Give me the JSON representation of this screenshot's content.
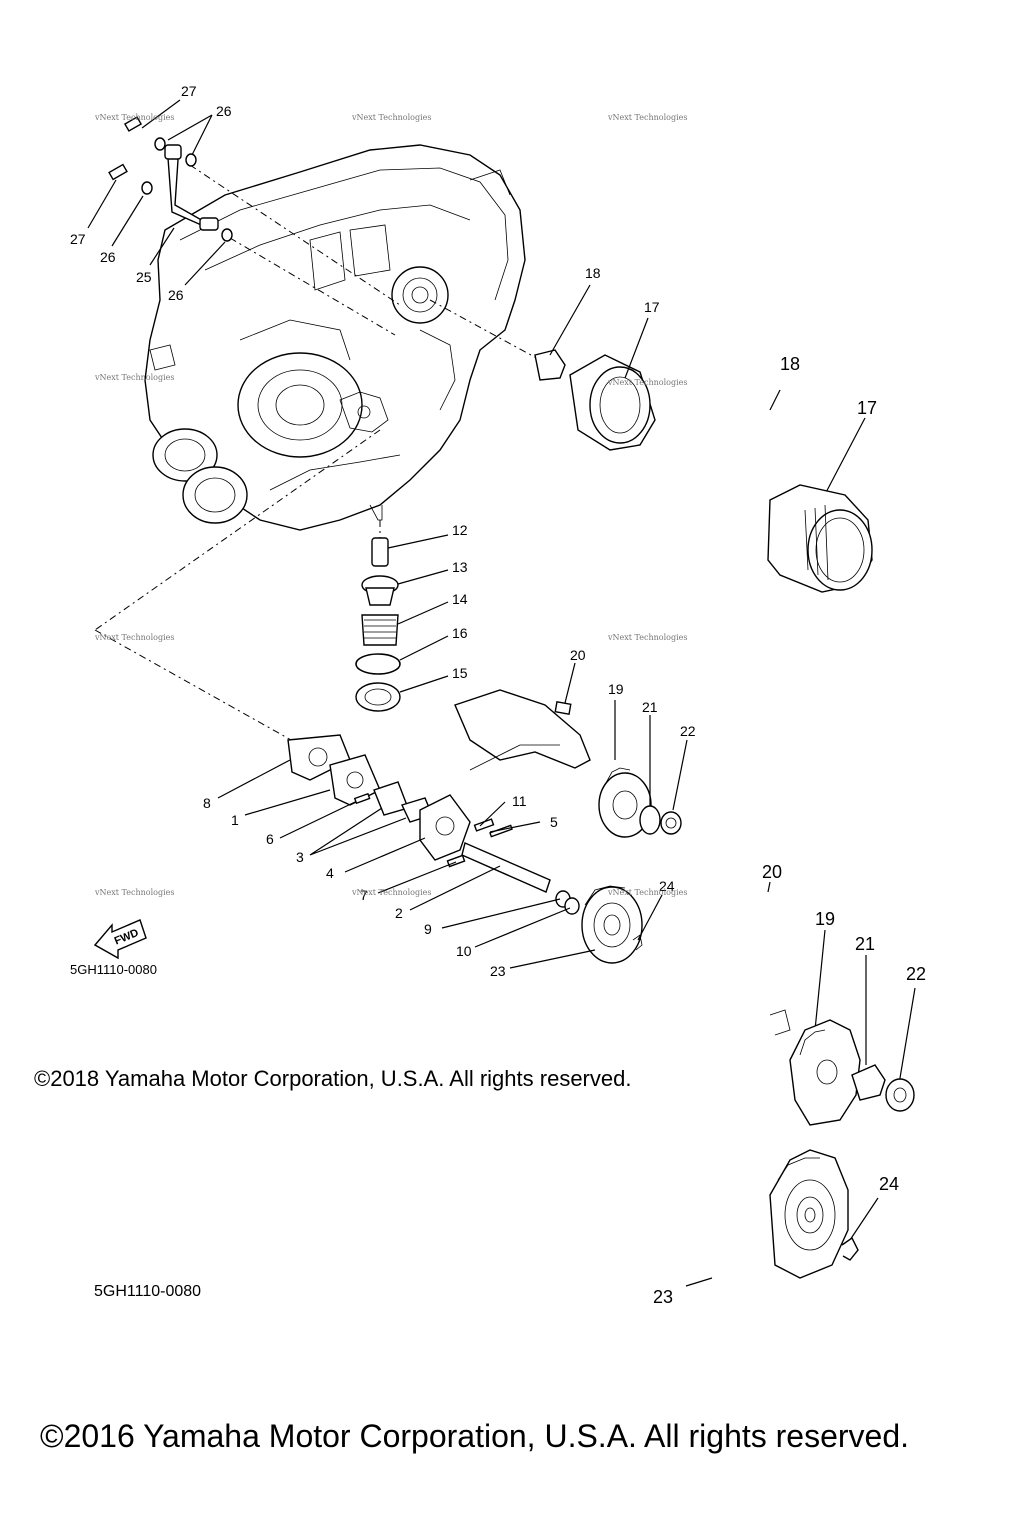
{
  "watermark_text": "vNext Technologies",
  "callouts": {
    "c1": "1",
    "c2": "2",
    "c3": "3",
    "c4": "4",
    "c5": "5",
    "c6": "6",
    "c7": "7",
    "c8": "8",
    "c9": "9",
    "c10": "10",
    "c11": "11",
    "c12": "12",
    "c13": "13",
    "c14": "14",
    "c15": "15",
    "c16": "16",
    "c17": "17",
    "c18": "18",
    "c19": "19",
    "c20": "20",
    "c21": "21",
    "c22": "22",
    "c23": "23",
    "c24": "24",
    "c25": "25",
    "c26": "26",
    "c27": "27"
  },
  "fwd_label": "FWD",
  "diagram_code_inner": "5GH1110-0080",
  "copyright_inner": "©2018 Yamaha Motor Corporation, U.S.A. All rights reserved.",
  "diagram_code_outer": "5GH1110-0080",
  "copyright_outer": "©2016 Yamaha Motor Corporation, U.S.A. All rights reserved.",
  "enlarged_callouts": {
    "e17": "17",
    "e18": "18",
    "e19": "19",
    "e20": "20",
    "e21": "21",
    "e22": "22",
    "e23": "23",
    "e24": "24"
  }
}
